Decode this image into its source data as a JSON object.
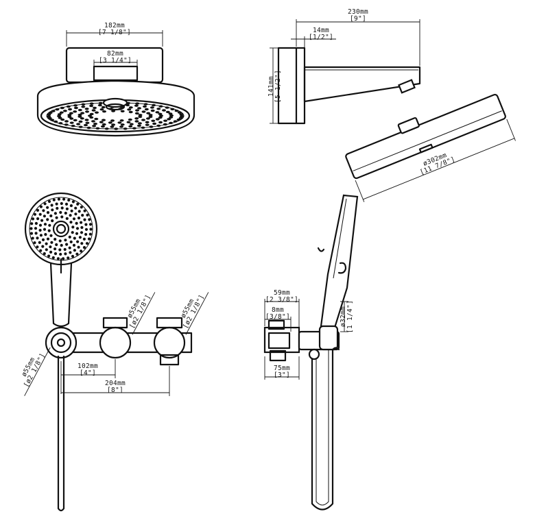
{
  "dimensions": {
    "head_width": {
      "metric": "182mm",
      "imperial": "[7 1/8\"]"
    },
    "arm_flange_width": {
      "metric": "82mm",
      "imperial": "[3 1/4\"]"
    },
    "arm_length": {
      "metric": "230mm",
      "imperial": "[9\"]"
    },
    "flange_depth": {
      "metric": "14mm",
      "imperial": "[1/2\"]"
    },
    "arm_height": {
      "metric": "141mm",
      "imperial": "[5 1/2\"]"
    },
    "head_diameter": {
      "metric": "ø302mm",
      "imperial": "[11 7/8\"]"
    },
    "valve_left_dia": {
      "metric": "ø55mm",
      "imperial": "[ø2 1/8\"]"
    },
    "valve_mid_dia": {
      "metric": "ø55mm",
      "imperial": "[ø2 1/8\"]"
    },
    "valve_right_dia": {
      "metric": "ø55mm",
      "imperial": "[ø2 1/8\"]"
    },
    "valve_spacing_1": {
      "metric": "102mm",
      "imperial": "[4\"]"
    },
    "valve_spacing_2": {
      "metric": "204mm",
      "imperial": "[8\"]"
    },
    "side_depth": {
      "metric": "59mm",
      "imperial": "[2 3/8\"]"
    },
    "side_inset": {
      "metric": "8mm",
      "imperial": "[3/8\"]"
    },
    "holder_dia": {
      "metric": "ø32mm",
      "imperial": "[1 1/4\"]"
    },
    "outlet_depth": {
      "metric": "75mm",
      "imperial": "[3\"]"
    }
  },
  "colors": {
    "line": "#111111",
    "background": "#ffffff"
  }
}
